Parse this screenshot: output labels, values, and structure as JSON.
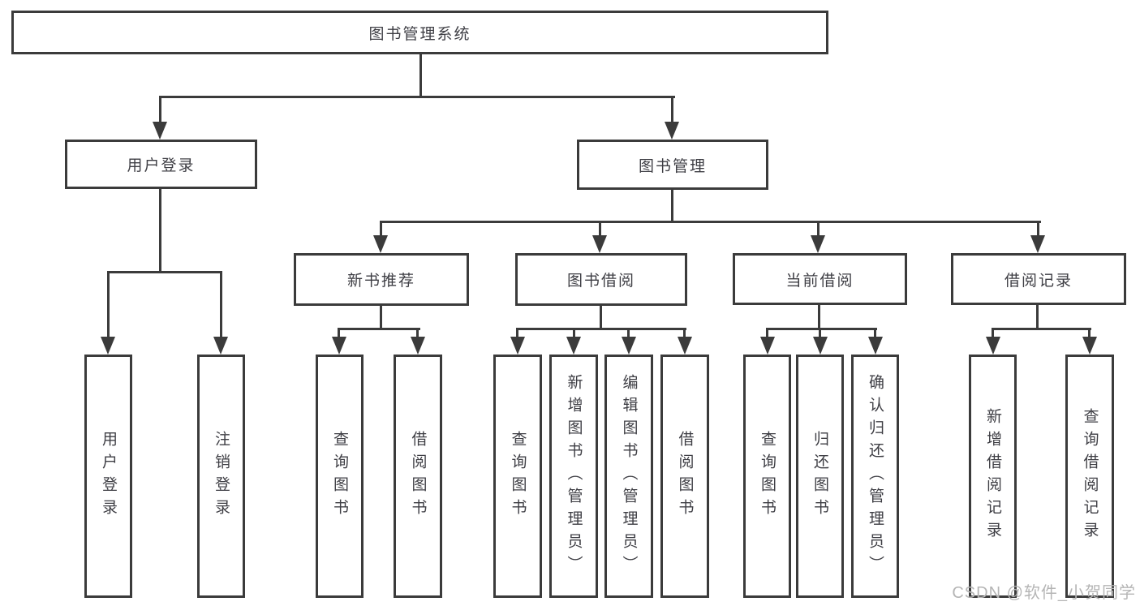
{
  "diagram_title": "图书管理系统",
  "nodes": {
    "root": "图书管理系统",
    "user_login_branch": "用户登录",
    "book_mgmt_branch": "图书管理",
    "new_book_recommend": "新书推荐",
    "book_borrow": "图书借阅",
    "current_borrow": "当前借阅",
    "borrow_records": "借阅记录",
    "leaf_user_login": "用户登录",
    "leaf_logout": "注销登录",
    "leaf_nbr_query_book": "查询图书",
    "leaf_nbr_borrow_book": "借阅图书",
    "leaf_bb_query_book": "查询图书",
    "leaf_bb_add_book": "新增图书（管理员）",
    "leaf_bb_edit_book": "编辑图书（管理员）",
    "leaf_bb_borrow_book": "借阅图书",
    "leaf_cb_query_book": "查询图书",
    "leaf_cb_return_book": "归还图书",
    "leaf_cb_confirm_return": "确认归还（管理员）",
    "leaf_br_add_record": "新增借阅记录",
    "leaf_br_query_record": "查询借阅记录"
  },
  "watermark": {
    "text": "CSDN @软件_小贺同学",
    "color": "#b5b5b5"
  },
  "colors": {
    "line": "#3b3b3b",
    "box_border": "#3b3b3b",
    "text": "#3e3e44",
    "background": "#ffffff"
  }
}
